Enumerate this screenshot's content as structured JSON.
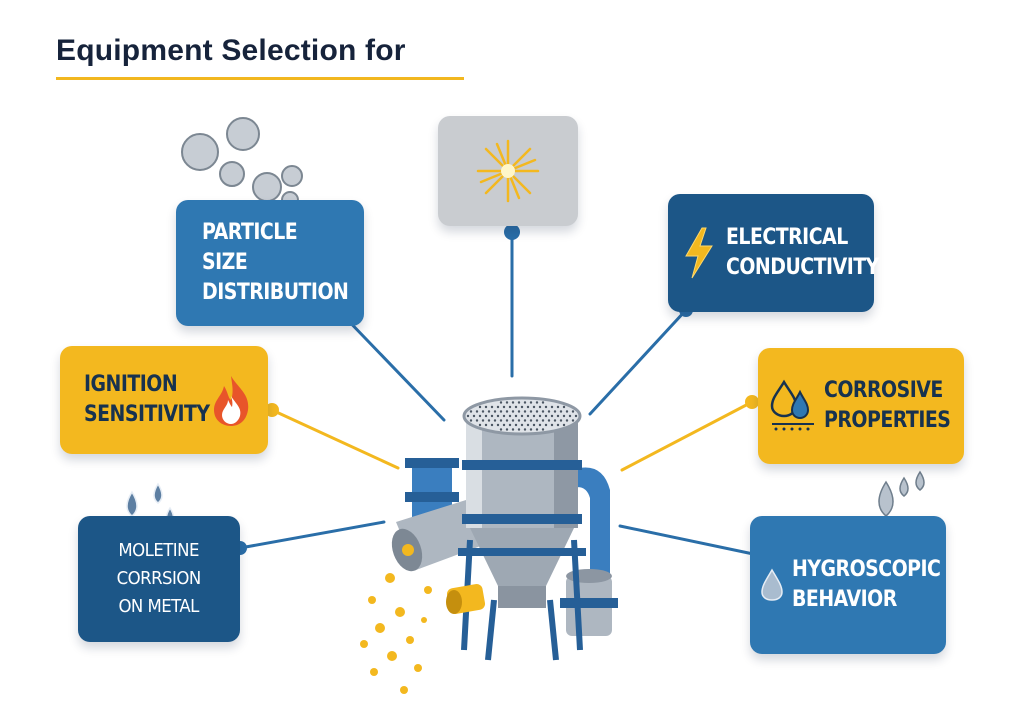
{
  "title": "Equipment Selection for",
  "cards": {
    "particle_size": {
      "line1": "PARTICLE SIZE",
      "line2": "DISTRIBUTION"
    },
    "electrical": {
      "line1": "ELECTRICAL",
      "line2": "CONDUCTIVITY"
    },
    "ignition": {
      "line1": "IGNITION",
      "line2": "SENSITIVITY"
    },
    "corrosive": {
      "line1": "CORROSIVE",
      "line2": "PROPERTIES"
    },
    "corrosion_metal": {
      "line1": "MOLETINE",
      "line2": "CORRSION",
      "line3": "ON METAL"
    },
    "hygroscopic": {
      "line1": "HYGROSCOPIC",
      "line2": "BEHAVIOR"
    }
  },
  "icons": {
    "particles": "particles-icon",
    "spark": "spark-icon",
    "lightning": "lightning-icon",
    "flame": "flame-icon",
    "droplets": "droplets-icon",
    "water_drop": "water-drop-icon"
  },
  "colors": {
    "navy": "#16233b",
    "blue_mid": "#2f78b2",
    "blue_dark": "#1c5687",
    "yellow": "#f3b81f",
    "grey": "#c9ccd0"
  }
}
